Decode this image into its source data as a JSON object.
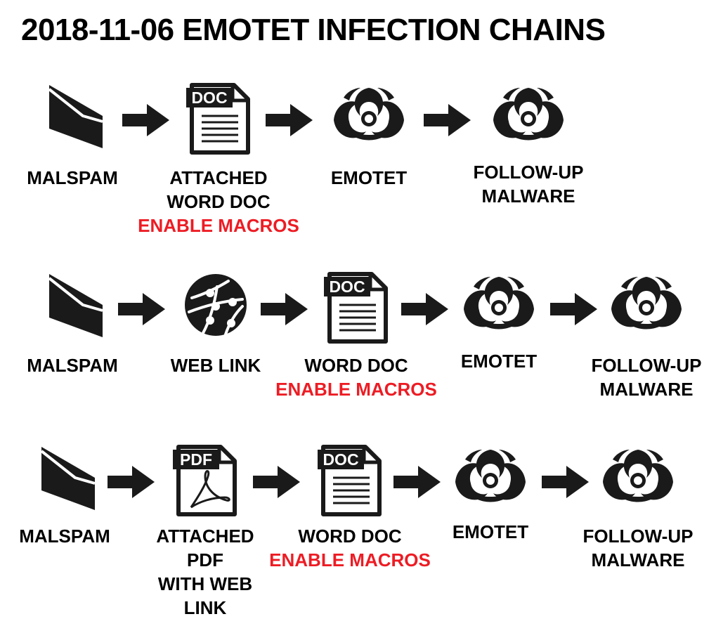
{
  "title": "2018-11-06 EMOTET INFECTION CHAINS",
  "colors": {
    "icon": "#1a1a1a",
    "text": "#000000",
    "warning": "#ed1c24",
    "background": "#ffffff"
  },
  "chains": [
    {
      "steps": [
        {
          "icon": "envelope-icon",
          "label_lines": [
            "MALSPAM"
          ]
        },
        {
          "icon": "doc-file-icon",
          "icon_text": "DOC",
          "label_lines": [
            "ATTACHED",
            "WORD DOC"
          ],
          "warning": "ENABLE MACROS"
        },
        {
          "icon": "biohazard-icon",
          "label_lines": [
            "EMOTET"
          ]
        },
        {
          "icon": "biohazard-icon",
          "label_lines": [
            "FOLLOW-UP",
            "MALWARE"
          ]
        }
      ]
    },
    {
      "steps": [
        {
          "icon": "envelope-icon",
          "label_lines": [
            "MALSPAM"
          ]
        },
        {
          "icon": "web-globe-icon",
          "label_lines": [
            "WEB LINK"
          ]
        },
        {
          "icon": "doc-file-icon",
          "icon_text": "DOC",
          "label_lines": [
            "WORD DOC"
          ],
          "warning": "ENABLE MACROS"
        },
        {
          "icon": "biohazard-icon",
          "label_lines": [
            "EMOTET"
          ]
        },
        {
          "icon": "biohazard-icon",
          "label_lines": [
            "FOLLOW-UP",
            "MALWARE"
          ]
        }
      ]
    },
    {
      "steps": [
        {
          "icon": "envelope-icon",
          "label_lines": [
            "MALSPAM"
          ]
        },
        {
          "icon": "pdf-file-icon",
          "icon_text": "PDF",
          "label_lines": [
            "ATTACHED",
            "PDF",
            "WITH WEB",
            "LINK"
          ]
        },
        {
          "icon": "doc-file-icon",
          "icon_text": "DOC",
          "label_lines": [
            "WORD DOC"
          ],
          "warning": "ENABLE MACROS"
        },
        {
          "icon": "biohazard-icon",
          "label_lines": [
            "EMOTET"
          ]
        },
        {
          "icon": "biohazard-icon",
          "label_lines": [
            "FOLLOW-UP",
            "MALWARE"
          ]
        }
      ]
    }
  ]
}
